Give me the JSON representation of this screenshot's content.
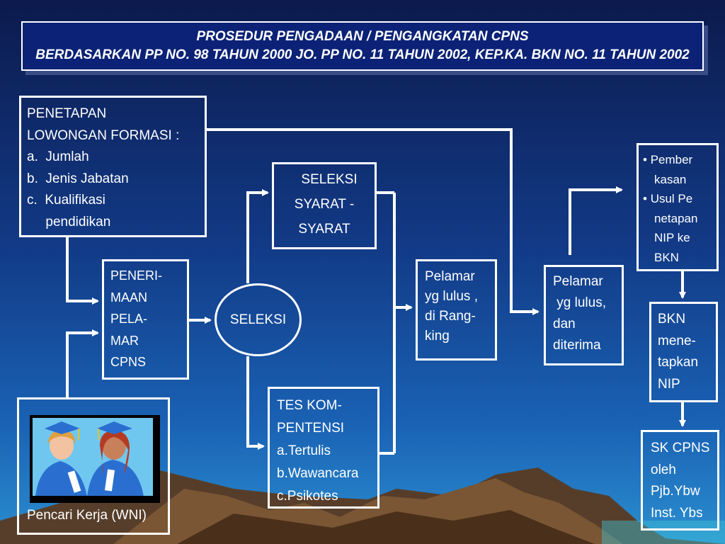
{
  "title": {
    "line1": "PROSEDUR  PENGADAAN /  PENGANGKATAN  CPNS",
    "line2": "BERDASARKAN PP NO. 98 TAHUN 2000 JO. PP NO. 11 TAHUN 2002, KEP.KA. BKN NO. 11 TAHUN 2002"
  },
  "boxes": {
    "penetapan": {
      "lines": [
        "PENETAPAN",
        "LOWONGAN FORMASI :",
        "a.  Jumlah",
        "b.  Jenis Jabatan",
        "c.  Kualifikasi",
        "     pendidikan"
      ]
    },
    "penerimaan": {
      "lines": [
        "PENERI-",
        "MAAN",
        "PELA-",
        "MAR",
        "CPNS"
      ]
    },
    "seleksi": {
      "label": "SELEKSI"
    },
    "syarat": {
      "lines": [
        "SELEKSI",
        "SYARAT -",
        "SYARAT"
      ]
    },
    "tes": {
      "lines": [
        "TES KOM-",
        "PENTENSI",
        "a.Tertulis",
        "b.Wawancara",
        "c.Psikotes"
      ]
    },
    "pelamar_lulus": {
      "lines": [
        "Pelamar",
        "yg lulus ,",
        "di Rang-",
        "king"
      ]
    },
    "diterima": {
      "lines": [
        "Pelamar",
        " yg lulus,",
        "dan",
        "diterima"
      ]
    },
    "pemberkasan": {
      "bullets": [
        {
          "lines": [
            "Pember",
            "kasan"
          ]
        },
        {
          "lines": [
            "Usul Pe",
            "netapan",
            "NIP ke",
            "BKN"
          ]
        }
      ]
    },
    "bkn": {
      "lines": [
        "BKN",
        "mene-",
        "tapkan",
        "NIP"
      ]
    },
    "sk": {
      "lines": [
        "SK CPNS",
        "oleh",
        "Pjb.Ybw",
        "Inst. Ybs"
      ]
    },
    "pencari": {
      "label": "Pencari Kerja (WNI)",
      "picture": "two-graduates-clipart"
    }
  },
  "colors": {
    "background_top": "#0c1a4d",
    "background_bottom": "#2b8fd0",
    "title_fill": "#0b2276",
    "lines": "#ffffff",
    "mountains": "#6b4a2e"
  }
}
